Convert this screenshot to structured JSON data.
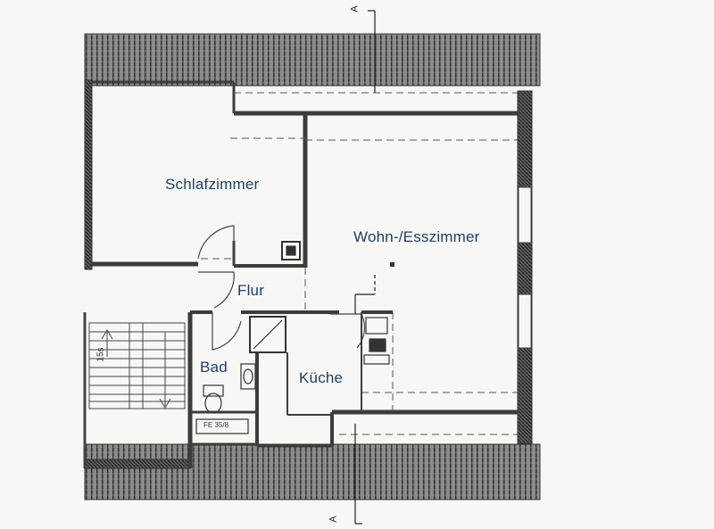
{
  "plan": {
    "rooms": {
      "bedroom": "Schlafzimmer",
      "living": "Wohn-/Esszimmer",
      "hall": "Flur",
      "bath": "Bad",
      "kitchen": "Küche"
    },
    "stair_label": "15s",
    "section_marker": "A",
    "appliance_label": "FE 35/8"
  },
  "colors": {
    "wall": "#3c3c3c",
    "roof_hatch": "#505050",
    "window": "#555555",
    "text": "#1f3f66"
  }
}
